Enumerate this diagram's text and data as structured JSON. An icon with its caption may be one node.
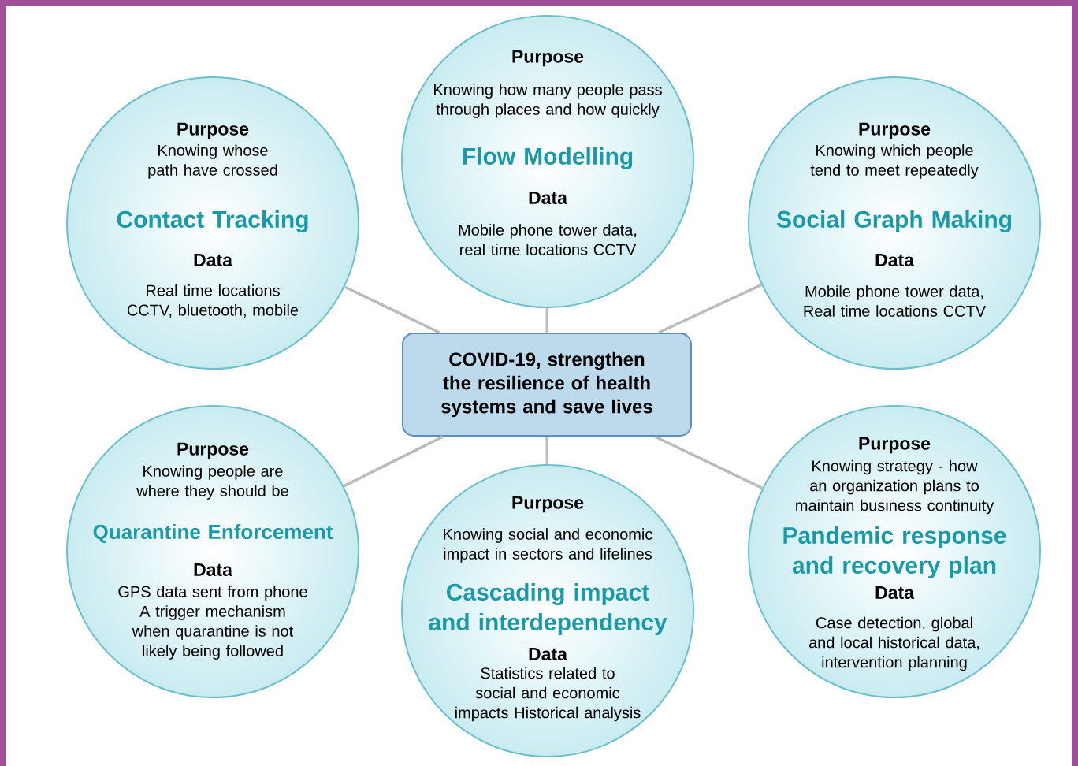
{
  "diagram": {
    "nodes": [
      {
        "text": [
          "Purpose",
          "Knowing how many people pass through places and how quickly",
          "Flow Modelling",
          "Data",
          "Mobile phone tower data, real time locations CCTV"
        ]
      },
      {
        "text": [
          "Purpose",
          "Knowing whose path have crossed",
          "Contact Tracking",
          "Data",
          "Real time locations CCTV, bluetooth, mobile"
        ]
      },
      {
        "text": [
          "Purpose",
          "Knowing which people tend to meet repeatedly",
          "Social Graph Making",
          "Data",
          "Mobile phone tower data, Real time locations CCTV"
        ]
      },
      {
        "text": [
          "COVID-19, strengthen the resilience of health systems and save lives"
        ]
      },
      {
        "text": [
          "Purpose",
          "Knowing people are where they should be",
          "Quarantine Enforcement",
          "Data",
          "GPS data sent from phone A trigger mechanism when quarantine is not likely being followed"
        ]
      },
      {
        "text": [
          "Purpose",
          "Knowing social and economic impact in sectors and lifelines",
          "Cascading impact and interdependency",
          "Data",
          "Statistics related to social and economic impacts Historical analysis"
        ]
      },
      {
        "text": [
          "Purpose",
          "Knowing strategy - how an organization plans to maintain business continuity",
          "Pandemic response and recovery plan",
          "Data",
          "Case detection, global and local historical data, intervention planning"
        ]
      }
    ],
    "edges": [
      {
        "from": 3,
        "to": 0,
        "arrow": "none"
      },
      {
        "from": 3,
        "to": 1,
        "arrow": "none"
      },
      {
        "from": 3,
        "to": 2,
        "arrow": "none"
      },
      {
        "from": 3,
        "to": 4,
        "arrow": "none"
      },
      {
        "from": 3,
        "to": 5,
        "arrow": "none"
      },
      {
        "from": 3,
        "to": 6,
        "arrow": "none"
      }
    ]
  }
}
